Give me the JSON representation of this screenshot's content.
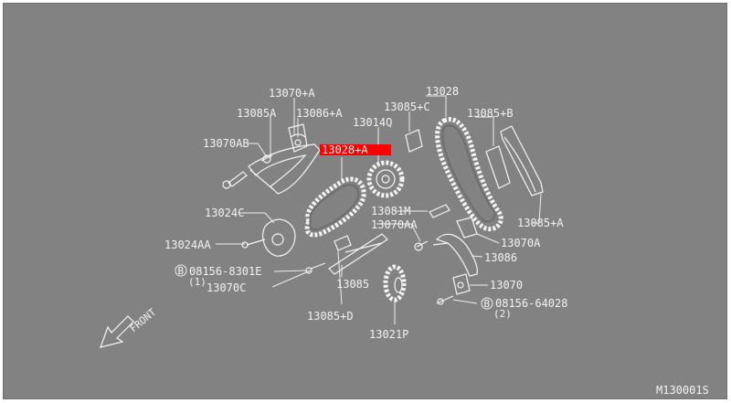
{
  "diagram": {
    "code": "M130001S",
    "front_label": "FRONT",
    "highlight_color": "#ff0000",
    "labels": {
      "p13070A_plus": "13070+A",
      "p13085A": "13085A",
      "p13086A_plus": "13086+A",
      "p13070AB": "13070AB",
      "p13028A_plus": "13028+A",
      "p13014Q": "13014Q",
      "p13085C_plus": "13085+C",
      "p13028": "13028",
      "p13085B_plus": "13085+B",
      "p13024C": "13024C",
      "p13081M": "13081M",
      "p13070AA_right": "13070AA",
      "p13085A_plus": "13085+A",
      "p13024AA": "13024AA",
      "p13070A": "13070A",
      "p13086": "13086",
      "p08156_8301E": "08156-8301E",
      "qty_1": "(1)",
      "p13070C": "13070C",
      "p13085": "13085",
      "p13070": "13070",
      "p08156_64028": "08156-64028",
      "qty_2": "(2)",
      "p13085D_plus": "13085+D",
      "p13021P": "13021P"
    }
  }
}
